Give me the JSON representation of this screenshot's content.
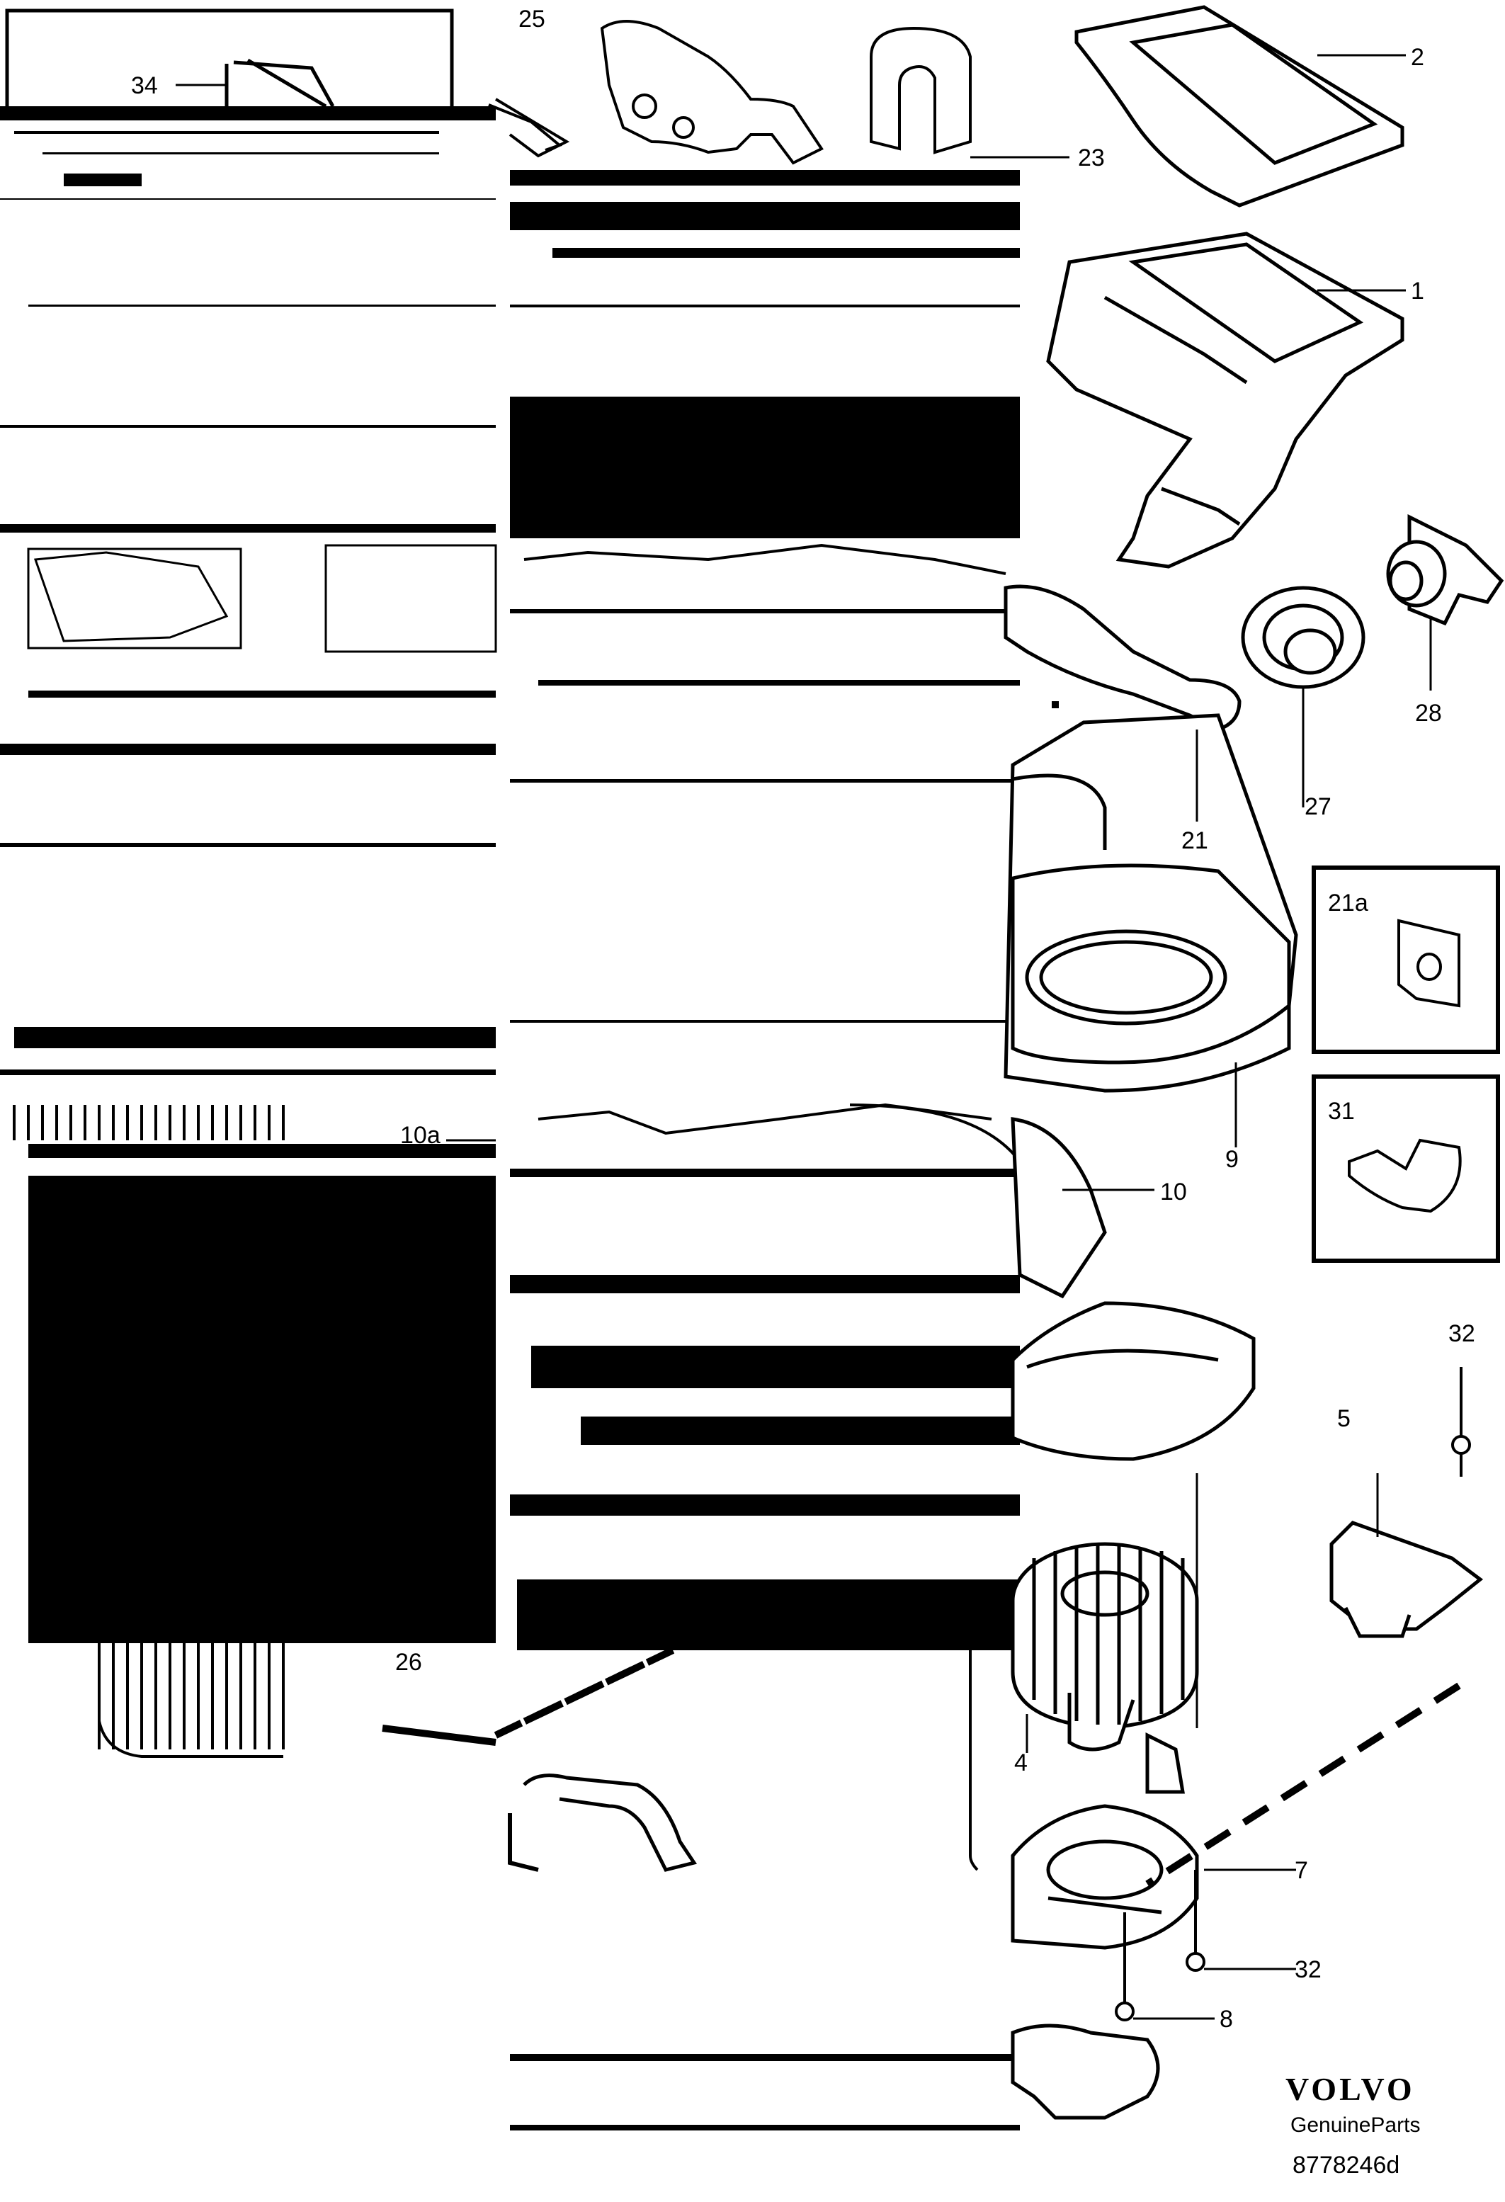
{
  "labels": {
    "p34": "34",
    "p25": "25",
    "p2": "2",
    "p23": "23",
    "p1": "1",
    "p28": "28",
    "p27": "27",
    "p21": "21",
    "p21a": "21a",
    "p9": "9",
    "p10a": "10a",
    "p10": "10",
    "p31": "31",
    "p32a": "32",
    "p5": "5",
    "p26": "26",
    "p4": "4",
    "p7": "7",
    "p32b": "32",
    "p8": "8"
  },
  "branding": {
    "logo": "VOLVO",
    "tagline": "GenuineParts",
    "drawing_number": "8778246d"
  },
  "colors": {
    "ink": "#000000",
    "paper": "#ffffff"
  }
}
